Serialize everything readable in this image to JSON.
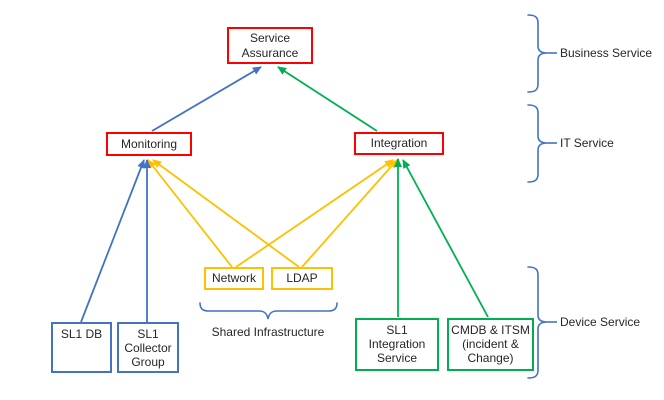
{
  "palette": {
    "red": "#FF0000",
    "blue": "#4472C4",
    "green": "#00B050",
    "yellow": "#FFC000",
    "bracket_blue": "#4472C4",
    "background": "#FFFFFF"
  },
  "nodes": {
    "service_assurance": {
      "label": "Service\nAssurance",
      "border_color": "#FF0000"
    },
    "monitoring": {
      "label": "Monitoring",
      "border_color": "#FF0000"
    },
    "integration": {
      "label": "Integration",
      "border_color": "#FF0000"
    },
    "network": {
      "label": "Network",
      "border_color": "#FFC000"
    },
    "ldap": {
      "label": "LDAP",
      "border_color": "#FFC000"
    },
    "sl1_db": {
      "label": "SL1 DB",
      "border_color": "#4472C4"
    },
    "sl1_collector_group": {
      "label": "SL1\nCollector\nGroup",
      "border_color": "#4472C4"
    },
    "sl1_integration_service": {
      "label": "SL1\nIntegration\nService",
      "border_color": "#00B050"
    },
    "cmdb_itsm": {
      "label": "CMDB & ITSM\n(incident &\nChange)",
      "border_color": "#00B050"
    }
  },
  "edges": [
    {
      "from": "monitoring",
      "to": "service_assurance",
      "color": "blue"
    },
    {
      "from": "integration",
      "to": "service_assurance",
      "color": "green"
    },
    {
      "from": "sl1_db",
      "to": "monitoring",
      "color": "blue"
    },
    {
      "from": "sl1_collector_group",
      "to": "monitoring",
      "color": "blue"
    },
    {
      "from": "network",
      "to": "monitoring",
      "color": "yellow"
    },
    {
      "from": "ldap",
      "to": "monitoring",
      "color": "yellow"
    },
    {
      "from": "network",
      "to": "integration",
      "color": "yellow"
    },
    {
      "from": "ldap",
      "to": "integration",
      "color": "yellow"
    },
    {
      "from": "sl1_integration_service",
      "to": "integration",
      "color": "green"
    },
    {
      "from": "cmdb_itsm",
      "to": "integration",
      "color": "green"
    }
  ],
  "brackets": {
    "business_service": {
      "label": "Business Service"
    },
    "it_service": {
      "label": "IT Service"
    },
    "device_service": {
      "label": "Device Service"
    },
    "shared_infrastructure": {
      "label": "Shared Infrastructure"
    }
  }
}
